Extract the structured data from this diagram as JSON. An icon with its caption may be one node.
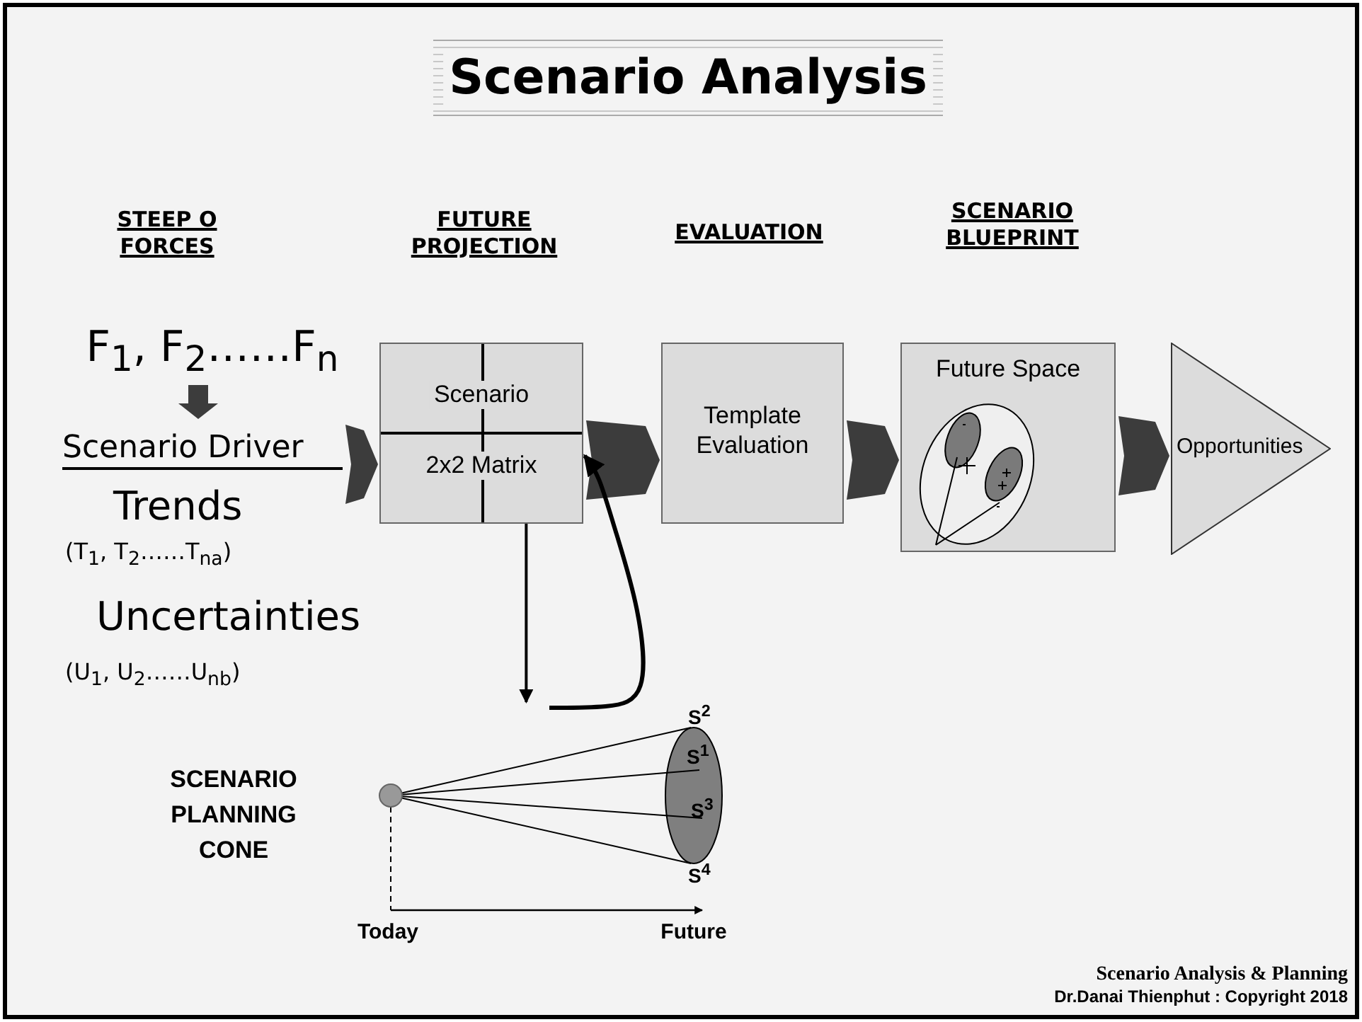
{
  "diagram": {
    "title": "Scenario Analysis",
    "nodes": [
      {
        "text": [
          "F$_{1}$, F$_{2}$……F$_{n}$"
        ]
      },
      {
        "text": [
          "Scenario Driver"
        ]
      },
      {
        "text": [
          "Scenario",
          "2x2 Matrix"
        ]
      },
      {
        "text": [
          "Template Evaluation"
        ]
      },
      {
        "text": [
          "Future Space"
        ]
      },
      {
        "text": [
          "Opportunities"
        ]
      },
      {
        "text": [
          "S$^{2}$",
          "S$^{1}$",
          "S$^{3}$",
          "S$^{4}$"
        ],
        "beside": [
          "SCENARIO PLANNING CONE"
        ]
      }
    ],
    "edges": [
      {
        "from": 0,
        "to": 1,
        "arrow": "to",
        "style": "thick"
      },
      {
        "from": 1,
        "to": 2,
        "arrow": "to",
        "style": "thick"
      },
      {
        "from": 2,
        "to": 3,
        "arrow": "to",
        "style": "thick"
      },
      {
        "from": 3,
        "to": 4,
        "arrow": "to",
        "style": "thick"
      },
      {
        "from": 4,
        "to": 5,
        "arrow": "to",
        "style": "thick"
      },
      {
        "from": 2,
        "to": 6,
        "arrow": "to"
      },
      {
        "from": 6,
        "to": 2,
        "arrow": "to"
      }
    ],
    "labels": [
      "STEEP O FORCES",
      "FUTURE PROJECTION",
      "EVALUATION",
      "SCENARIO BLUEPRINT",
      "Trends",
      "(T$_{1}$, T$_{2}$……T$_{na}$)",
      "Uncertainties",
      "(U$_{1}$, U$_{2}$……U$_{nb}$)",
      "Today",
      "Future",
      "Scenario Analysis & Planning",
      "Dr.Danai Thienphut : Copyright 2018"
    ]
  }
}
